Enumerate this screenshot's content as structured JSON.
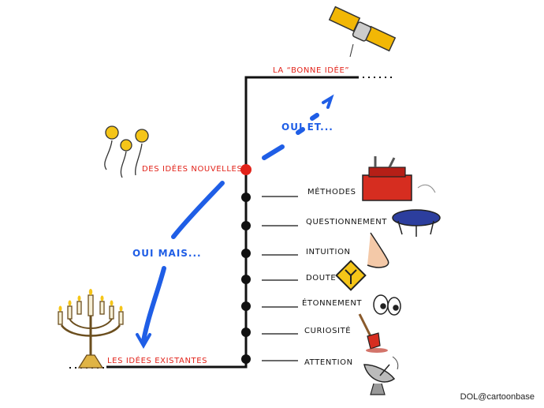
{
  "top_label": "LA “BONNE IDÉE”",
  "new_ideas_label": "DES IDÉES NOUVELLES",
  "existing_ideas_label": "LES IDÉES EXISTANTES",
  "yes_but_label": "OUI MAIS...",
  "yes_and_label": "OUI ET...",
  "steps": [
    "MÉTHODES",
    "QUESTIONNEMENT",
    "INTUITION",
    "DOUTE",
    "ÉTONNEMENT",
    "CURIOSITÉ",
    "ATTENTION"
  ],
  "credit": "DOL@cartoonbase",
  "colors": {
    "accent_red": "#e2231a",
    "arrow_blue": "#1f5ee6",
    "line": "#111111"
  },
  "icons": [
    "satellite-icon",
    "lightbulbs-icon",
    "toolbox-icon",
    "trampoline-icon",
    "nose-icon",
    "crossroads-sign-icon",
    "surprised-eyes-icon",
    "shovel-icon",
    "satellite-dish-icon",
    "candelabra-icon"
  ]
}
